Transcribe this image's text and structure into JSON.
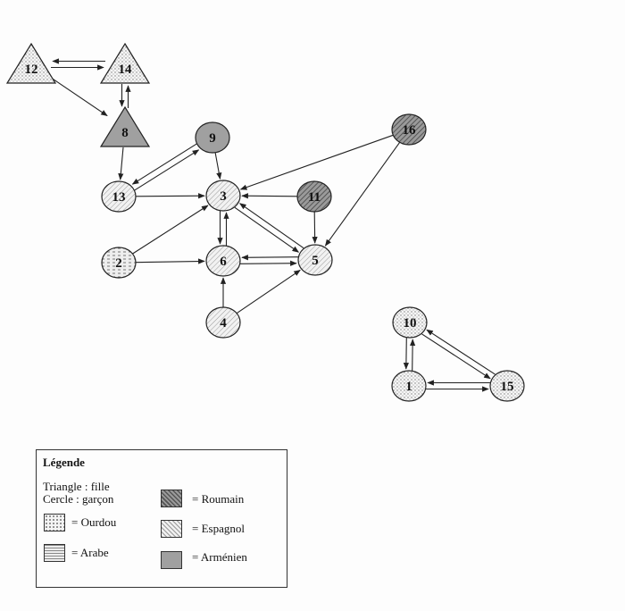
{
  "colors": {
    "ink": "#222222",
    "roumain": "#8a8a8a",
    "armenien": "#a0a0a0",
    "paper": "#fdfdfd"
  },
  "nodes": [
    {
      "id": "12",
      "label": "12",
      "shape": "triangle",
      "group": "ourdou"
    },
    {
      "id": "14",
      "label": "14",
      "shape": "triangle",
      "group": "ourdou"
    },
    {
      "id": "8",
      "label": "8",
      "shape": "triangle",
      "group": "armenien"
    },
    {
      "id": "9",
      "label": "9",
      "shape": "circle",
      "group": "armenien"
    },
    {
      "id": "16",
      "label": "16",
      "shape": "circle",
      "group": "roumain"
    },
    {
      "id": "13",
      "label": "13",
      "shape": "circle",
      "group": "espagnol"
    },
    {
      "id": "3",
      "label": "3",
      "shape": "circle",
      "group": "espagnol"
    },
    {
      "id": "11",
      "label": "11",
      "shape": "circle",
      "group": "roumain"
    },
    {
      "id": "2",
      "label": "2",
      "shape": "circle",
      "group": "arabe"
    },
    {
      "id": "6",
      "label": "6",
      "shape": "circle",
      "group": "espagnol"
    },
    {
      "id": "5",
      "label": "5",
      "shape": "circle",
      "group": "espagnol"
    },
    {
      "id": "4",
      "label": "4",
      "shape": "circle",
      "group": "espagnol"
    },
    {
      "id": "10",
      "label": "10",
      "shape": "circle",
      "group": "ourdou"
    },
    {
      "id": "1",
      "label": "1",
      "shape": "circle",
      "group": "ourdou"
    },
    {
      "id": "15",
      "label": "15",
      "shape": "circle",
      "group": "ourdou"
    }
  ],
  "edges": [
    [
      "12",
      "14"
    ],
    [
      "14",
      "12"
    ],
    [
      "12",
      "8"
    ],
    [
      "14",
      "8"
    ],
    [
      "8",
      "14"
    ],
    [
      "8",
      "13"
    ],
    [
      "13",
      "9"
    ],
    [
      "9",
      "13"
    ],
    [
      "9",
      "3"
    ],
    [
      "16",
      "3"
    ],
    [
      "16",
      "5"
    ],
    [
      "13",
      "3"
    ],
    [
      "11",
      "3"
    ],
    [
      "11",
      "5"
    ],
    [
      "2",
      "3"
    ],
    [
      "2",
      "6"
    ],
    [
      "3",
      "6"
    ],
    [
      "6",
      "3"
    ],
    [
      "3",
      "5"
    ],
    [
      "5",
      "3"
    ],
    [
      "6",
      "5"
    ],
    [
      "5",
      "6"
    ],
    [
      "4",
      "6"
    ],
    [
      "4",
      "5"
    ],
    [
      "1",
      "10"
    ],
    [
      "10",
      "1"
    ],
    [
      "10",
      "15"
    ],
    [
      "15",
      "10"
    ],
    [
      "1",
      "15"
    ],
    [
      "15",
      "1"
    ]
  ],
  "legend": {
    "title": "Légende",
    "line1": "Triangle : fille",
    "line2": "Cercle : garçon",
    "items": [
      {
        "key": "ourdou",
        "label": "= Ourdou"
      },
      {
        "key": "arabe",
        "label": "= Arabe"
      },
      {
        "key": "roumain",
        "label": "= Roumain"
      },
      {
        "key": "espagnol",
        "label": "= Espagnol"
      },
      {
        "key": "armenien",
        "label": "= Arménien"
      }
    ]
  }
}
